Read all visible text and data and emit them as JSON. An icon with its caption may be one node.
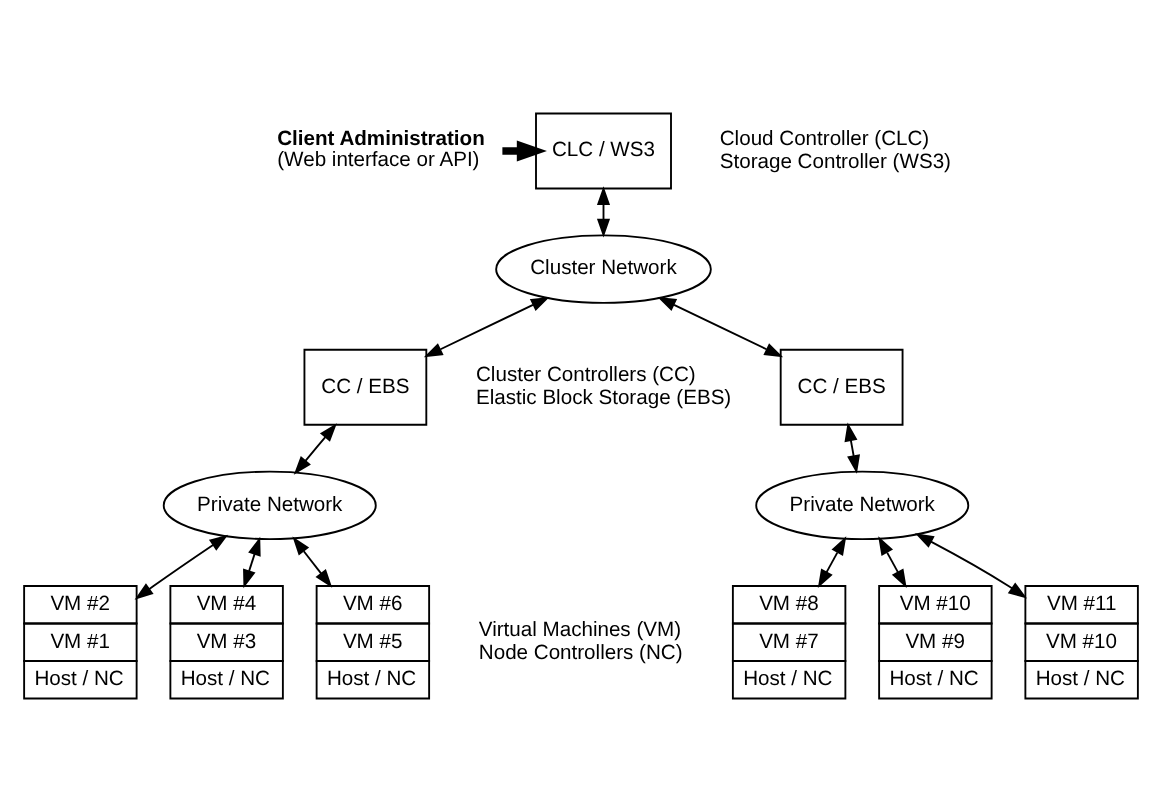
{
  "diagram": {
    "nodes": [
      {
        "text": [
          "Client Administration",
          "(Web interface or API)"
        ]
      },
      {
        "text": [
          "CLC / WS3"
        ],
        "beside": [
          "Cloud Controller (CLC)",
          "Storage Controller (WS3)"
        ]
      },
      {
        "text": [
          "Cluster Network"
        ]
      },
      {
        "text": [
          "CC / EBS"
        ]
      },
      {
        "text": [
          "CC / EBS"
        ]
      },
      {
        "text": [
          "Private Network"
        ]
      },
      {
        "text": [
          "Private Network"
        ]
      },
      {
        "text": [
          "VM #2",
          "VM #1",
          "Host / NC"
        ]
      },
      {
        "text": [
          "VM #4",
          "VM #3",
          "Host / NC"
        ]
      },
      {
        "text": [
          "VM #6",
          "VM #5",
          "Host / NC"
        ]
      },
      {
        "text": [
          "VM #8",
          "VM #7",
          "Host / NC"
        ]
      },
      {
        "text": [
          "VM #10",
          "VM #9",
          "Host / NC"
        ]
      },
      {
        "text": [
          "VM #11",
          "VM #10",
          "Host / NC"
        ]
      }
    ],
    "edges": [
      {
        "from": 0,
        "to": 1,
        "arrow": "to",
        "style": "thick"
      },
      {
        "from": 1,
        "to": 2,
        "arrow": "both"
      },
      {
        "from": 2,
        "to": 3,
        "arrow": "both"
      },
      {
        "from": 2,
        "to": 4,
        "arrow": "both"
      },
      {
        "from": 3,
        "to": 5,
        "arrow": "both"
      },
      {
        "from": 4,
        "to": 6,
        "arrow": "both"
      },
      {
        "from": 5,
        "to": 7,
        "arrow": "both"
      },
      {
        "from": 5,
        "to": 8,
        "arrow": "both"
      },
      {
        "from": 5,
        "to": 9,
        "arrow": "both"
      },
      {
        "from": 6,
        "to": 10,
        "arrow": "both"
      },
      {
        "from": 6,
        "to": 11,
        "arrow": "both"
      },
      {
        "from": 6,
        "to": 12,
        "arrow": "both"
      }
    ],
    "labels": [
      "Cluster Controllers (CC)",
      "Elastic Block Storage (EBS)",
      "Virtual Machines (VM)",
      "Node Controllers (NC)"
    ]
  }
}
